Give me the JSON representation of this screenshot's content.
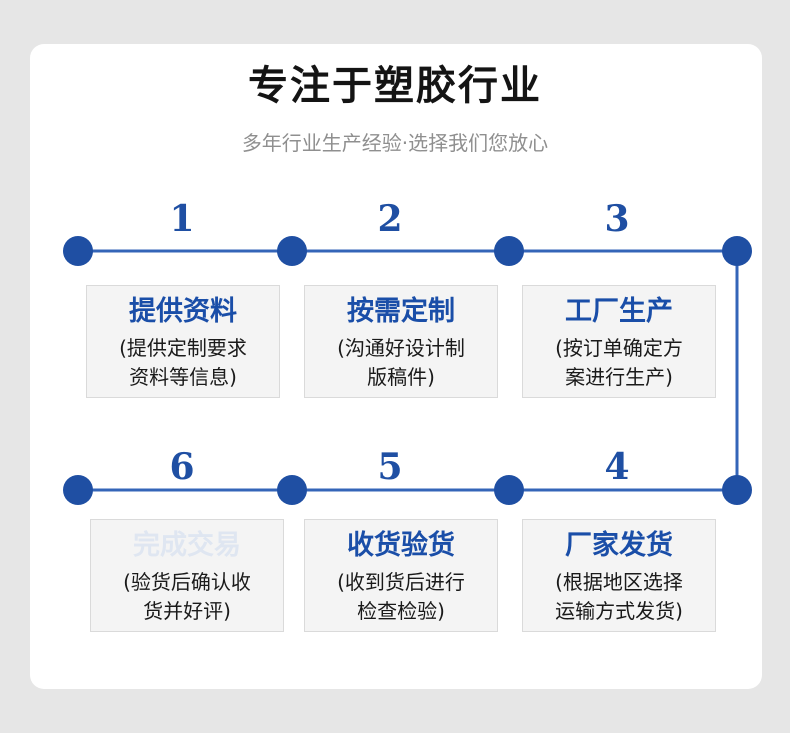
{
  "header": {
    "title": "专注于塑胶行业",
    "subtitle": "多年行业生产经验·选择我们您放心"
  },
  "colors": {
    "accent": "#1f4fa3",
    "line": "#3465b8",
    "box_background": "#f4f4f4",
    "card_background": "#ffffff",
    "page_background": "#e6e6e6"
  },
  "steps": [
    {
      "number": "1",
      "title": "提供资料",
      "desc_line1": "(提供定制要求",
      "desc_line2": "资料等信息)"
    },
    {
      "number": "2",
      "title": "按需定制",
      "desc_line1": "(沟通好设计制",
      "desc_line2": "版稿件)"
    },
    {
      "number": "3",
      "title": "工厂生产",
      "desc_line1": "(按订单确定方",
      "desc_line2": "案进行生产)"
    },
    {
      "number": "4",
      "title": "厂家发货",
      "desc_line1": "(根据地区选择",
      "desc_line2": "运输方式发货)"
    },
    {
      "number": "5",
      "title": "收货验货",
      "desc_line1": "(收到货后进行",
      "desc_line2": "检查检验)"
    },
    {
      "number": "6",
      "title": "完成交易",
      "desc_line1": "(验货后确认收",
      "desc_line2": "货并好评)"
    }
  ]
}
